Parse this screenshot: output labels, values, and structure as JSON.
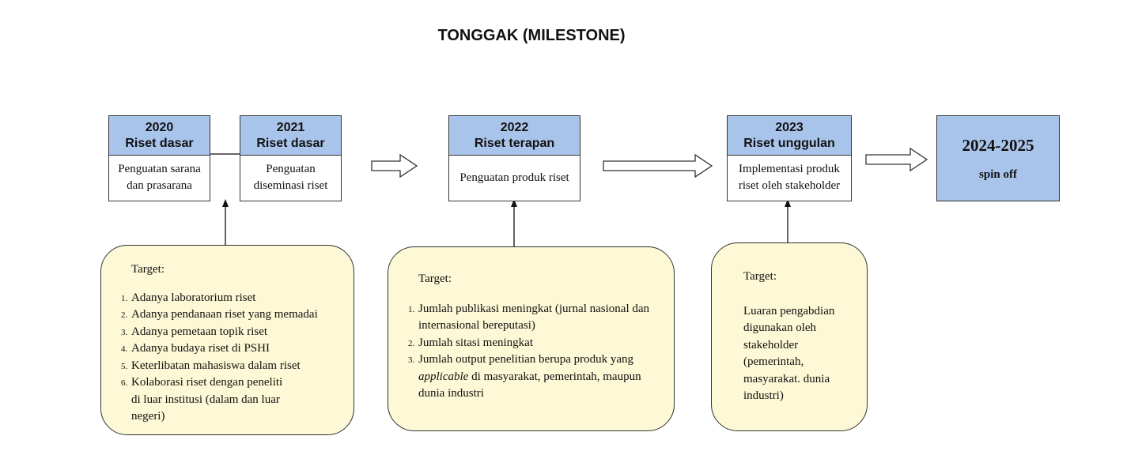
{
  "title": "TONGGAK (MILESTONE)",
  "milestones": [
    {
      "year": "2020",
      "phase": "Riset dasar",
      "desc": "Penguatan sarana dan prasarana"
    },
    {
      "year": "2021",
      "phase": "Riset dasar",
      "desc": "Penguatan diseminasi riset"
    },
    {
      "year": "2022",
      "phase": "Riset terapan",
      "desc": "Penguatan produk riset"
    },
    {
      "year": "2023",
      "phase": "Riset unggulan",
      "desc": "Implementasi produk riset oleh stakeholder"
    },
    {
      "year": "2024-2025",
      "phase": "spin off"
    }
  ],
  "targets": [
    {
      "label": "Target:",
      "items": [
        "Adanya laboratorium riset",
        "Adanya pendanaan riset yang memadai",
        "Adanya pemetaan topik riset",
        "Adanya budaya riset di PSHI",
        "Keterlibatan mahasiswa dalam riset",
        "Kolaborasi riset dengan peneliti di luar institusi (dalam dan luar negeri)"
      ]
    },
    {
      "label": "Target:",
      "items": [
        "Jumlah publikasi meningkat (jurnal nasional dan internasional bereputasi)",
        "Jumlah sitasi meningkat"
      ],
      "item3_a": "Jumlah output penelitian berupa produk yang ",
      "item3_em": "applicable",
      "item3_b": " di masyarakat, pemerintah, maupun dunia industri"
    },
    {
      "label": "Target:",
      "text": "Luaran pengabdian digunakan oleh stakeholder (pemerintah, masyarakat. dunia industri)"
    }
  ],
  "colors": {
    "header": "#a9c4eb",
    "callout": "#fdf8d5"
  }
}
